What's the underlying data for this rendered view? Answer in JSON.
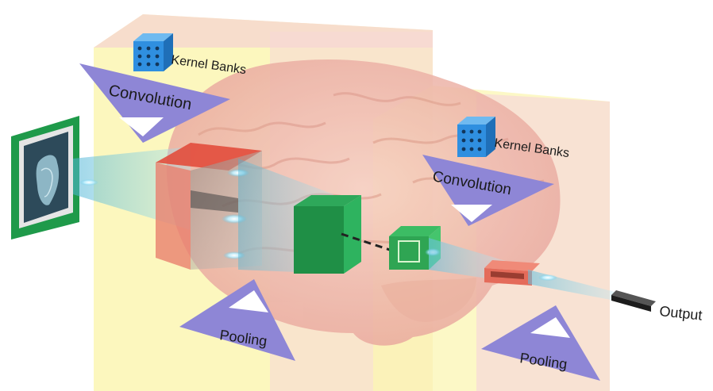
{
  "labels": {
    "kernel_banks_1": "Kernel Banks",
    "convolution_1": "Convolution",
    "kernel_banks_2": "Kernel Banks",
    "convolution_2": "Convolution",
    "pooling_1": "Pooling",
    "pooling_2": "Pooling",
    "output": "Output"
  },
  "colors": {
    "panel_yellow": "#fbf7b8",
    "panel_pink": "#f8d6d6",
    "triangle": "#8e86d6",
    "kernel_cube": "#2f8fe0",
    "feature_green": "#1f9a4a",
    "feature_red": "#e46b5a",
    "beam": "#4fb5d6",
    "brain": "#efb7ae"
  },
  "icons": {
    "input_image": "medical-scan-image-icon",
    "kernel": "kernel-cube-icon"
  }
}
